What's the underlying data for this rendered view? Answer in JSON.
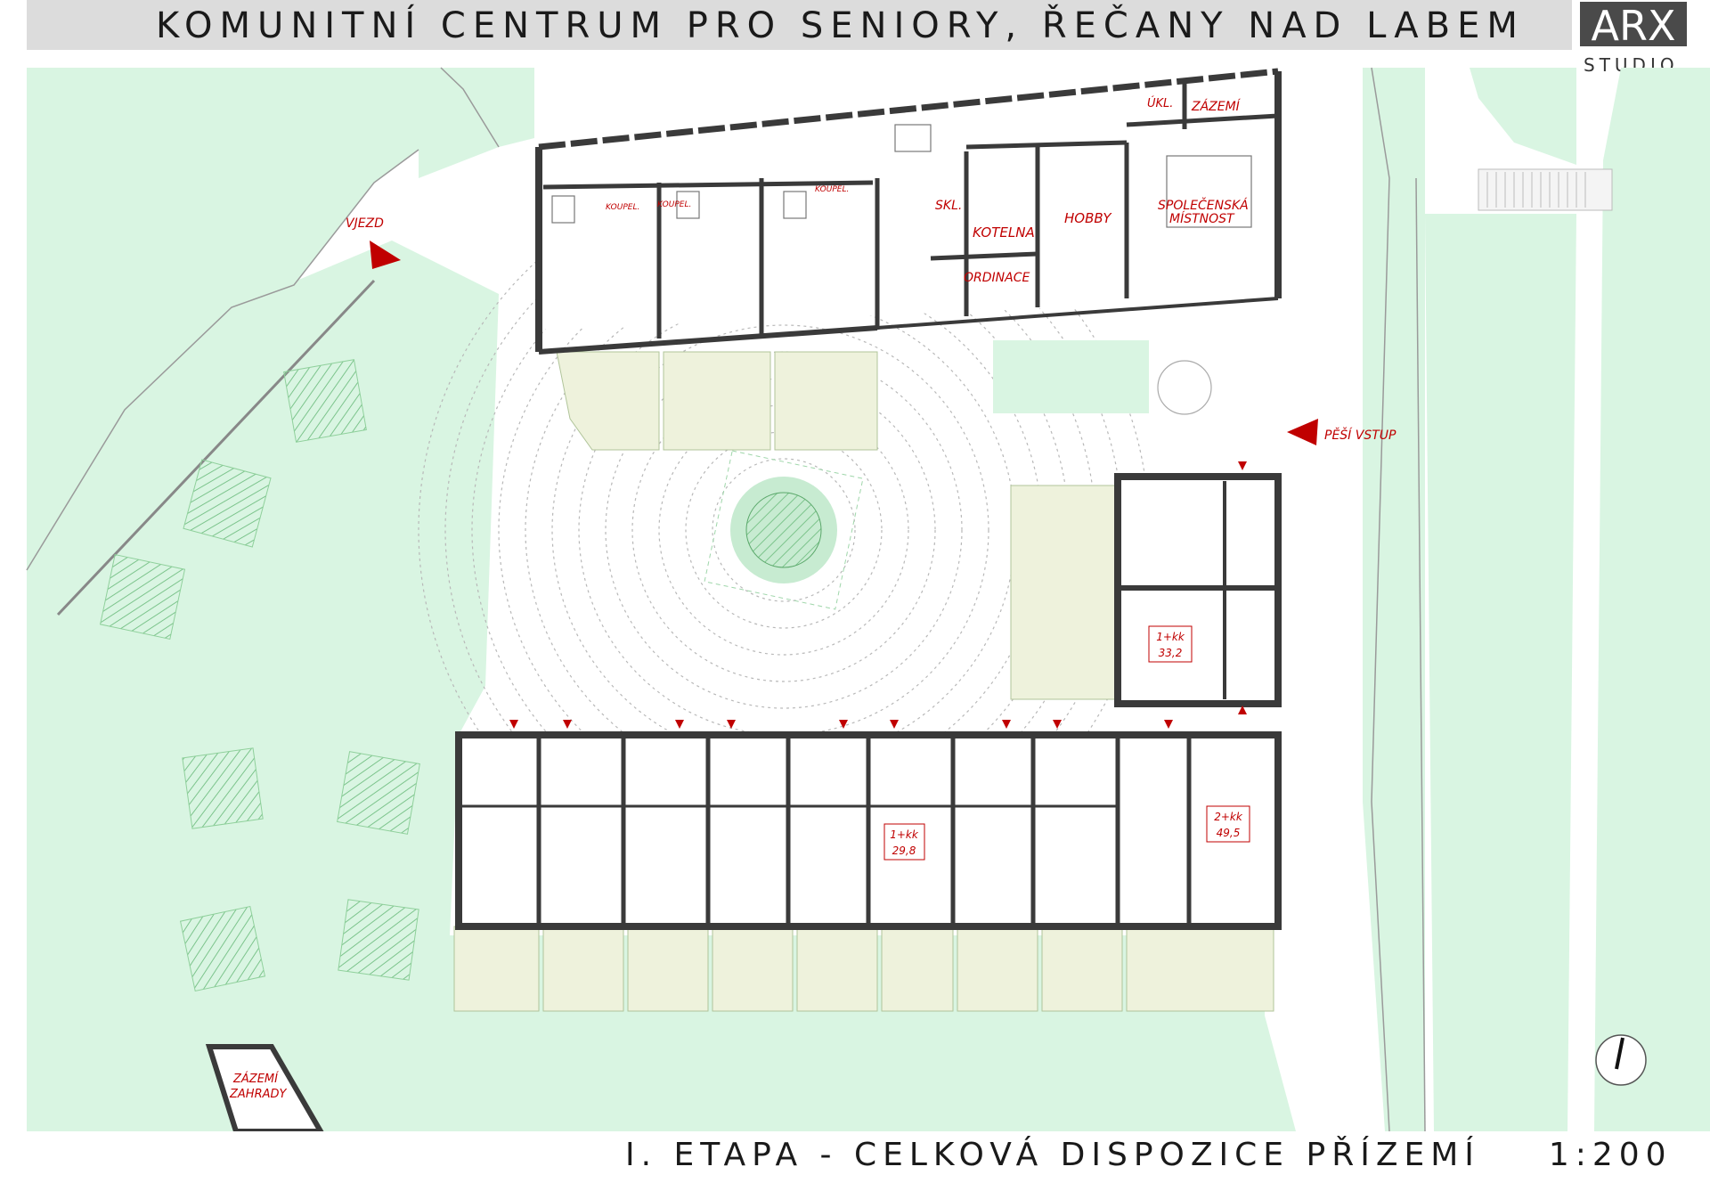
{
  "header": {
    "title": "KOMUNITNÍ CENTRUM PRO SENIORY, ŘEČANY NAD LABEM",
    "logo_main": "ARX",
    "logo_sub": "STUDIO"
  },
  "footer": {
    "caption": "I. ETAPA - CELKOVÁ DISPOZICE PŘÍZEMÍ",
    "scale": "1:200"
  },
  "labels": {
    "vjezd": "VJEZD",
    "pesi_vstup": "PĚŠÍ VSTUP",
    "ukl": "ÚKL.",
    "zazemi": "ZÁZEMÍ",
    "koupel_1": "KOUPEL.",
    "koupel_2": "KOUPEL.",
    "koupel_3": "KOUPEL.",
    "skl": "SKL.",
    "kotelna": "KOTELNA",
    "hobby": "HOBBY",
    "spolecenska_1": "SPOLEČENSKÁ",
    "spolecenska_2": "MÍSTNOST",
    "ordinace": "ORDINACE",
    "zazemi_zahrady_1": "ZÁZEMÍ",
    "zazemi_zahrady_2": "ZAHRADY"
  },
  "units": [
    {
      "type": "1+kk",
      "area": "33,2"
    },
    {
      "type": "1+kk",
      "area": "29,8"
    },
    {
      "type": "2+kk",
      "area": "49,5"
    }
  ],
  "colors": {
    "lawn": "#d9f5e2",
    "terrace": "#eef2dc",
    "wall": "#3a3a3a",
    "label_red": "#c00000",
    "paving_line": "#b8b8b8"
  }
}
